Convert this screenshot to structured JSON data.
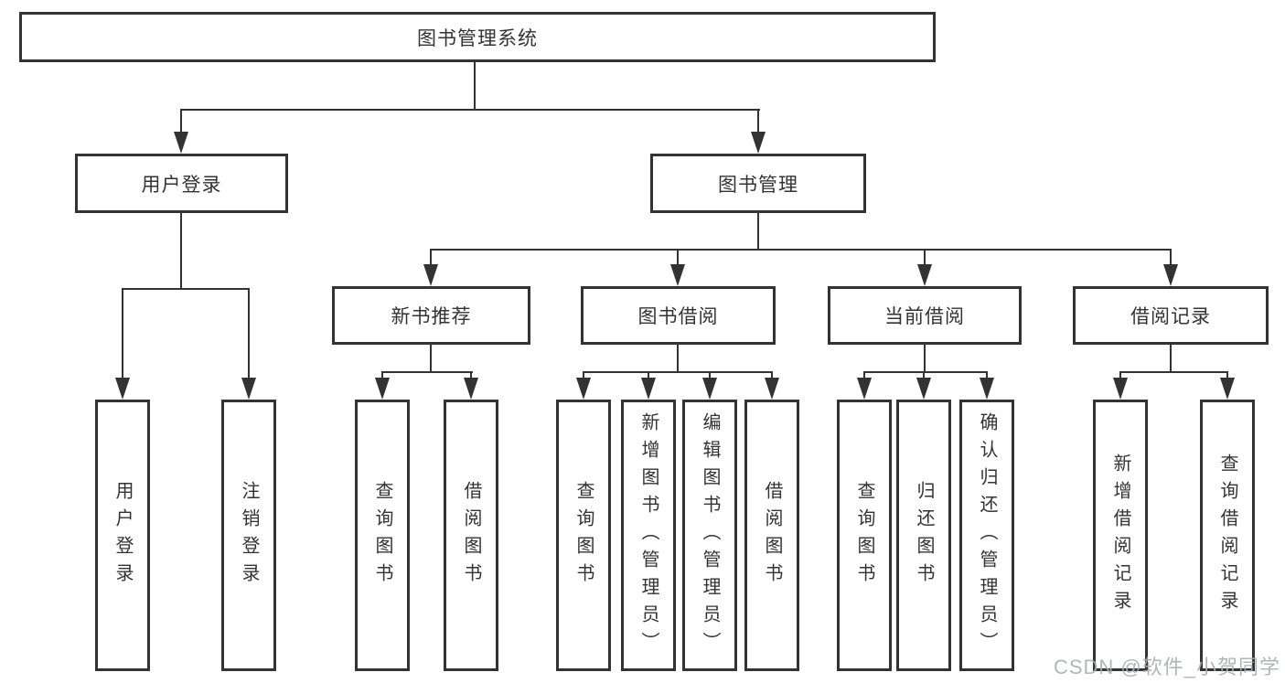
{
  "colors": {
    "line": "#333333",
    "background": "#ffffff",
    "watermark": "#a9aeb3"
  },
  "watermark": {
    "text": "CSDN @软件_小贺同学"
  },
  "tree": {
    "root": "图书管理系统",
    "level2": {
      "user_login": "用户登录",
      "book_mgmt": "图书管理"
    },
    "level3": {
      "new_books": "新书推荐",
      "book_borrow": "图书借阅",
      "current_borrow": "当前借阅",
      "borrow_records": "借阅记录"
    },
    "leaves": {
      "user_login": "用户登录",
      "logout": "注销登录",
      "new_query_books": "查询图书",
      "new_borrow_books": "借阅图书",
      "bb_query_books": "查询图书",
      "bb_add_books": "新增图书（管理员）",
      "bb_edit_books": "编辑图书（管理员）",
      "bb_borrow_books": "借阅图书",
      "cur_query_books": "查询图书",
      "cur_return_books": "归还图书",
      "cur_confirm_return": "确认归还（管理员）",
      "rec_add_record": "新增借阅记录",
      "rec_query_record": "查询借阅记录"
    }
  }
}
